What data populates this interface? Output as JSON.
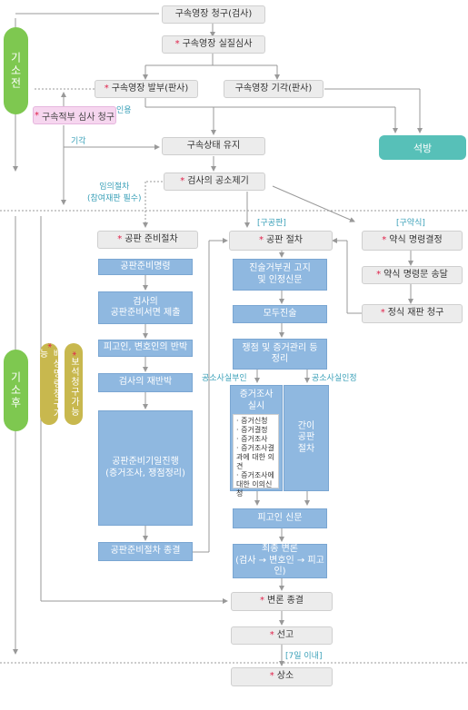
{
  "phases": {
    "before": "기소전",
    "after": "기소후"
  },
  "pills": {
    "compensation": "배상명령청구가능",
    "bail": "보석청구가능"
  },
  "top": {
    "warrant_request": "구속영장 청구(검사)",
    "warrant_review": "구속영장 실질심사",
    "warrant_issue": "구속영장 발부(판사)",
    "warrant_reject": "구속영장 기각(판사)",
    "review_request": "구속적부 심사 청구",
    "accept": "인용",
    "reject": "기각",
    "keep_custody": "구속상태 유지",
    "release": "석방",
    "indictment": "검사의 공소제기"
  },
  "labels": {
    "optional_procedure": "임의절차\n(참여재판 필수)",
    "formal_trial": "[구공판]",
    "summary": "[구약식]",
    "plea_guilty": "공소사실부인",
    "plea_admit": "공소사실인정",
    "within_7days": "[7일 이내]"
  },
  "left_column": [
    "공판 준비절차",
    "공판준비명령",
    "검사의\n공판준비서면 제출",
    "피고인, 변호인의 반박",
    "검사의 재반박",
    "공판준비기일진행\n(증거조사, 쟁점정리)",
    "공판준비절차 종결"
  ],
  "middle_column": {
    "trial": "공판 절차",
    "refusal_notice": "진술거부권 고지\n및 인정신문",
    "opening": "모두진술",
    "issues": "쟁점 및 증거관리 등\n정리",
    "evidence_title": "증거조사\n실시",
    "evidence_items": [
      "증거신청",
      "증거결정",
      "증거조사",
      "증거조사결과에 대한 의견",
      "증거조사에 대한 이의신청"
    ],
    "simple": "간이\n공판\n절차",
    "defendant_exam": "피고인 신문",
    "final_argument": "최종 변론\n(검사 → 변호인 → 피고인)",
    "argument_end": "변론 종결",
    "sentence": "선고",
    "appeal": "상소"
  },
  "right_column": {
    "summary_order": "약식 명령결정",
    "summary_service": "약식 명령문 송달",
    "formal_request": "정식 재판 청구"
  }
}
